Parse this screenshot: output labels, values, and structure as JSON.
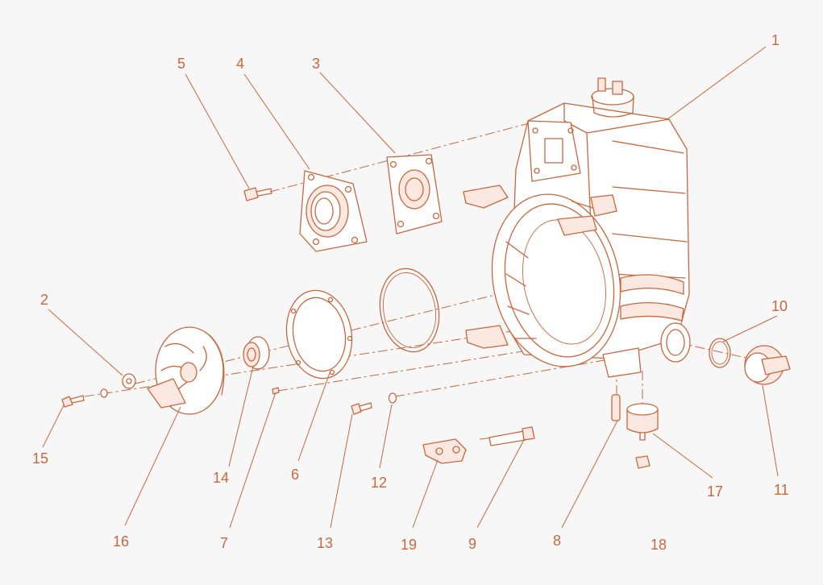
{
  "diagram": {
    "colors": {
      "line": "#c8673e",
      "fill": "#fbe9e1",
      "background": "#f7f7f7"
    },
    "callouts": [
      "1",
      "2",
      "3",
      "4",
      "5",
      "6",
      "7",
      "8",
      "9",
      "10",
      "11",
      "12",
      "13",
      "14",
      "15",
      "16",
      "17",
      "18",
      "19"
    ]
  }
}
